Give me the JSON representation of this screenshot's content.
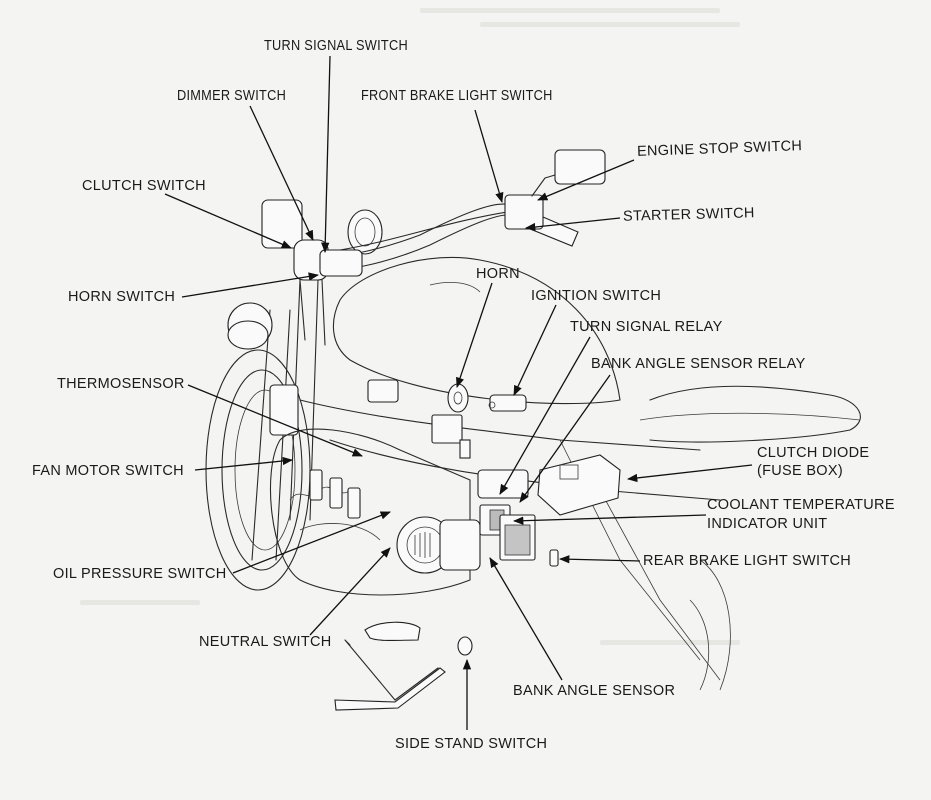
{
  "diagram": {
    "subject": "Motorcycle electrical component locations",
    "labels": {
      "turn_signal_switch": "TURN SIGNAL SWITCH",
      "dimmer_switch": "DIMMER SWITCH",
      "front_brake_light_switch": "FRONT BRAKE LIGHT SWITCH",
      "engine_stop_switch": "ENGINE STOP SWITCH",
      "starter_switch": "STARTER SWITCH",
      "clutch_switch": "CLUTCH SWITCH",
      "horn_switch": "HORN SWITCH",
      "horn": "HORN",
      "ignition_switch": "IGNITION SWITCH",
      "turn_signal_relay": "TURN SIGNAL RELAY",
      "bank_angle_sensor_relay": "BANK ANGLE SENSOR RELAY",
      "thermosensor": "THERMOSENSOR",
      "clutch_diode_line1": "CLUTCH DIODE",
      "clutch_diode_line2": "(FUSE BOX)",
      "fan_motor_switch": "FAN MOTOR SWITCH",
      "coolant_temp_line1": "COOLANT TEMPERATURE",
      "coolant_temp_line2": "INDICATOR UNIT",
      "rear_brake_light_switch": "REAR BRAKE LIGHT SWITCH",
      "oil_pressure_switch": "OIL PRESSURE SWITCH",
      "neutral_switch": "NEUTRAL SWITCH",
      "bank_angle_sensor": "BANK ANGLE SENSOR",
      "side_stand_switch": "SIDE STAND SWITCH"
    }
  }
}
